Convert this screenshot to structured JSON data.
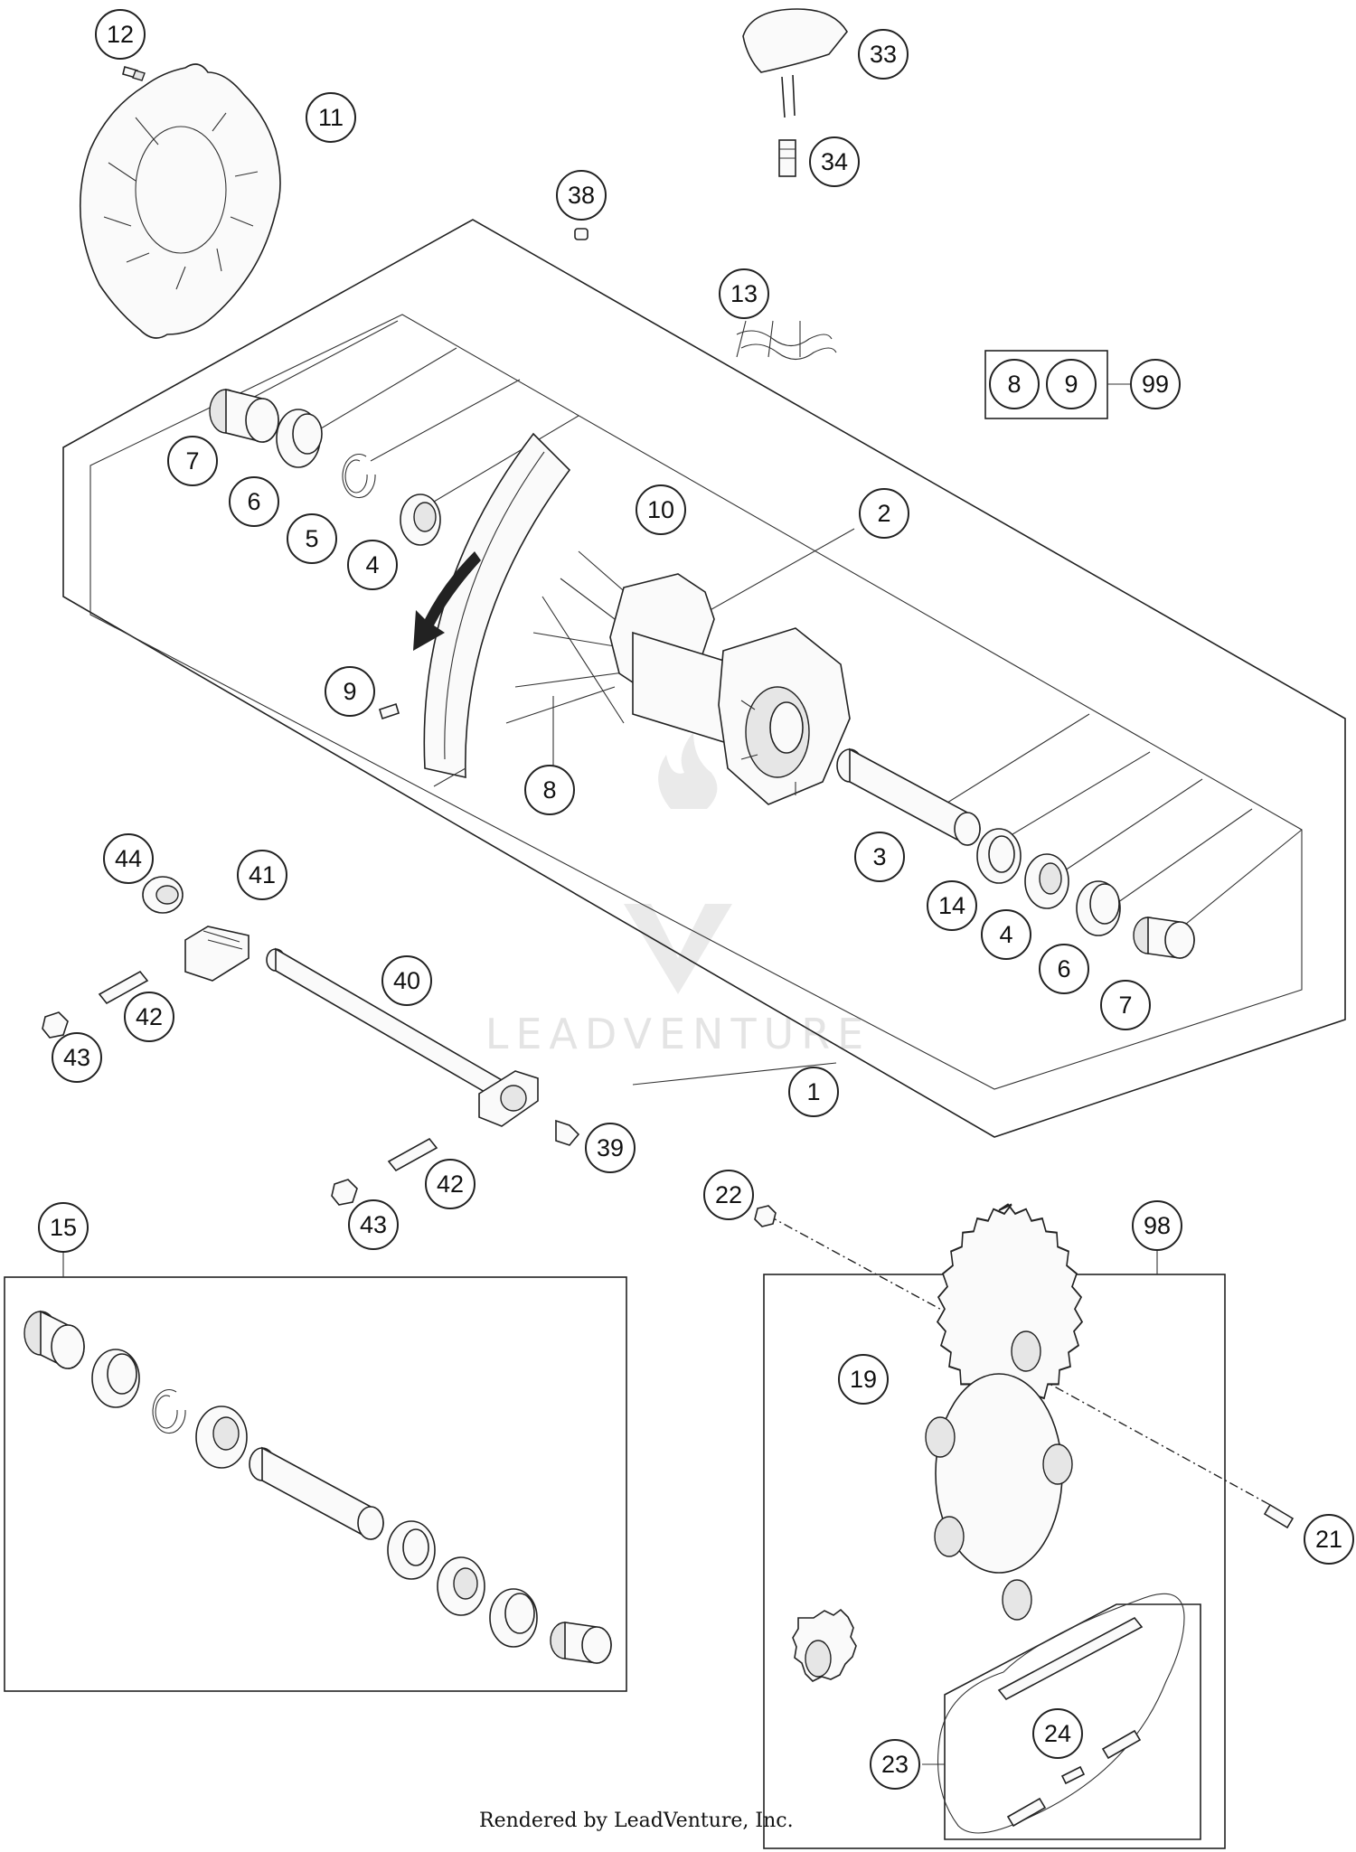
{
  "callouts": {
    "n1": "1",
    "n2": "2",
    "n3": "3",
    "n4a": "4",
    "n4b": "4",
    "n5": "5",
    "n6a": "6",
    "n6b": "6",
    "n7a": "7",
    "n7b": "7",
    "n8a": "8",
    "n8b": "8",
    "n9a": "9",
    "n9b": "9",
    "n10": "10",
    "n11": "11",
    "n12": "12",
    "n13": "13",
    "n14": "14",
    "n15": "15",
    "n19": "19",
    "n21": "21",
    "n22": "22",
    "n23": "23",
    "n24": "24",
    "n33": "33",
    "n34": "34",
    "n38": "38",
    "n39": "39",
    "n40": "40",
    "n41": "41",
    "n42a": "42",
    "n42b": "42",
    "n43a": "43",
    "n43b": "43",
    "n44": "44",
    "n98": "98",
    "n99": "99"
  },
  "watermark": "LEADVENTURE",
  "credit": "Rendered by LeadVenture, Inc."
}
